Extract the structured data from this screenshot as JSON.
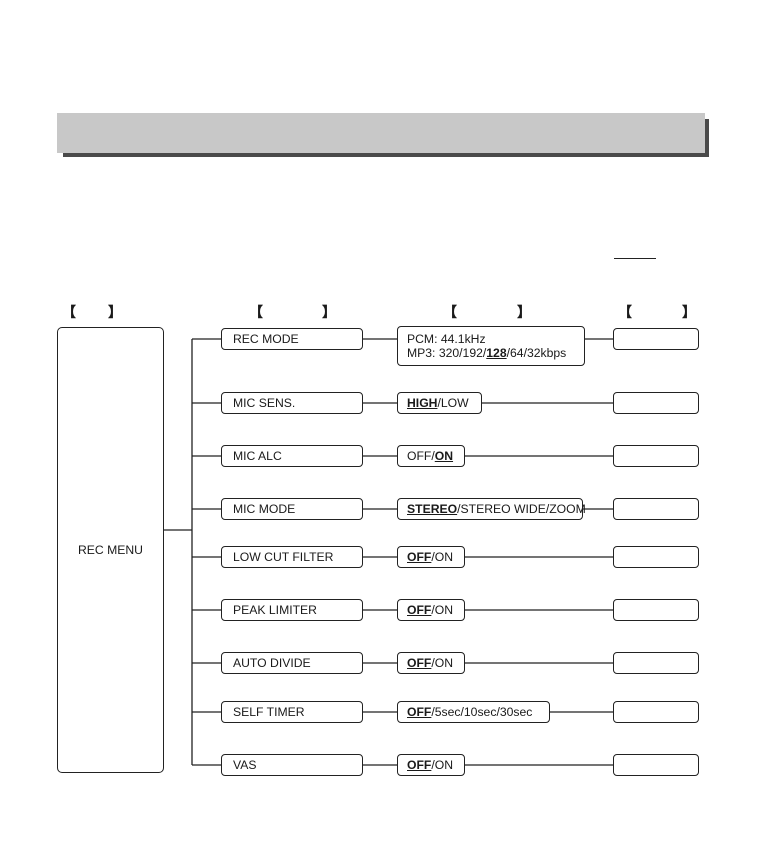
{
  "root": {
    "label": "REC MENU"
  },
  "menu_items": [
    {
      "label": "REC MODE",
      "options": [
        "PCM: 44.1kHz",
        "MP3: 320/192/128/64/32kbps"
      ],
      "default": "128"
    },
    {
      "label": "MIC SENS.",
      "options": [
        "HIGH",
        "LOW"
      ],
      "default": "HIGH"
    },
    {
      "label": "MIC ALC",
      "options": [
        "OFF",
        "ON"
      ],
      "default": "ON"
    },
    {
      "label": "MIC MODE",
      "options": [
        "STEREO",
        "STEREO WIDE",
        "ZOOM"
      ],
      "default": "STEREO"
    },
    {
      "label": "LOW CUT FILTER",
      "options": [
        "OFF",
        "ON"
      ],
      "default": "OFF"
    },
    {
      "label": "PEAK LIMITER",
      "options": [
        "OFF",
        "ON"
      ],
      "default": "OFF"
    },
    {
      "label": "AUTO DIVIDE",
      "options": [
        "OFF",
        "ON"
      ],
      "default": "OFF"
    },
    {
      "label": "SELF TIMER",
      "options": [
        "OFF",
        "5sec ",
        "10sec ",
        "30sec"
      ],
      "default": "OFF"
    },
    {
      "label": "VAS",
      "options": [
        "OFF",
        "ON"
      ],
      "default": "OFF"
    }
  ]
}
